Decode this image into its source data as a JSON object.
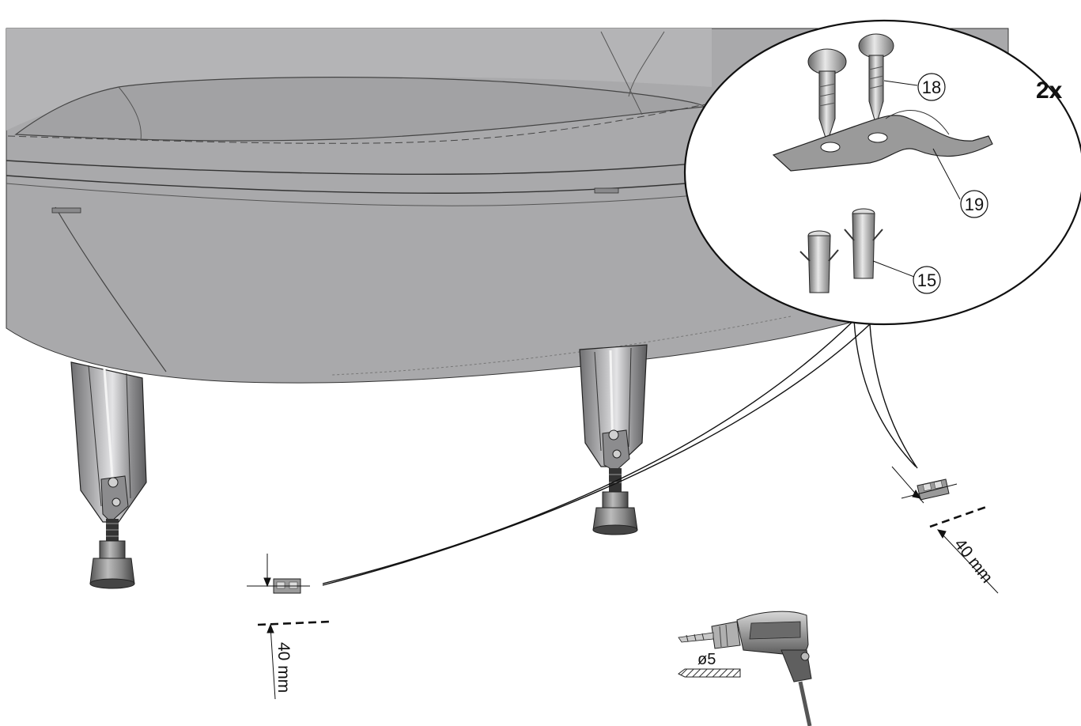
{
  "diagram": {
    "multiplier": "2x",
    "callouts": [
      {
        "id": "screw",
        "number": "18"
      },
      {
        "id": "bracket",
        "number": "19"
      },
      {
        "id": "wall-plug",
        "number": "15"
      }
    ],
    "dimensions": [
      {
        "id": "left",
        "label": "40 mm"
      },
      {
        "id": "right",
        "label": "40 mm"
      }
    ],
    "drill_bit": "ø5",
    "colors": {
      "tub": "#a9a9ab",
      "tub_light": "#bdbdbf",
      "metal": "#8e8e90",
      "outline": "#1a1a1a",
      "inset_bg": "#ffffff"
    },
    "icons": [
      "bathtub-body",
      "support-leg",
      "adjustable-foot",
      "mounting-clip",
      "screw-icon",
      "bracket-icon",
      "wall-plug-icon",
      "drill-icon",
      "drill-bit-icon"
    ]
  }
}
